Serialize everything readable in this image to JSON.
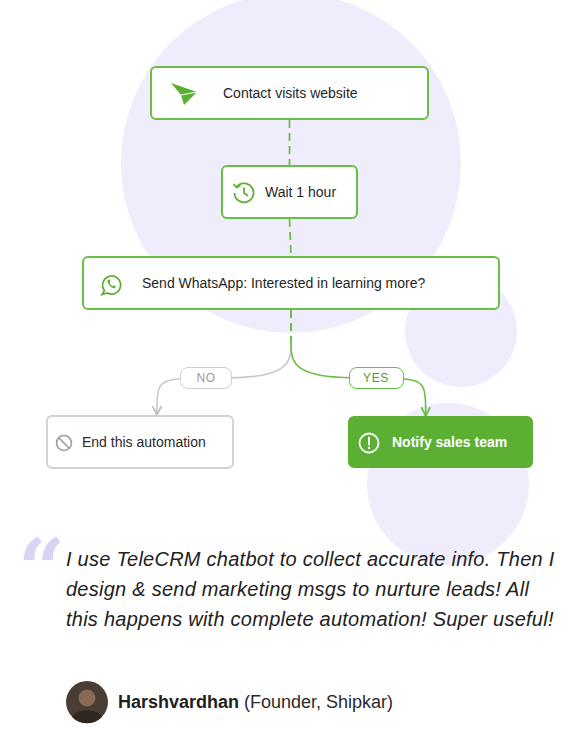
{
  "diagram": {
    "nodes": [
      {
        "text": [
          "Contact visits website"
        ]
      },
      {
        "text": [
          "Wait 1 hour"
        ]
      },
      {
        "text": [
          "Send WhatsApp: Interested in learning more?"
        ]
      },
      {
        "text": [
          "End this automation"
        ]
      },
      {
        "text": [
          "Notify sales team"
        ]
      }
    ],
    "edges": [
      {
        "from": 0,
        "to": 1,
        "arrow": "none"
      },
      {
        "from": 1,
        "to": 2,
        "arrow": "none"
      },
      {
        "from": 2,
        "to": 3,
        "label": "NO",
        "arrow": "to"
      },
      {
        "from": 2,
        "to": 4,
        "label": "YES",
        "arrow": "to"
      }
    ],
    "labels": [
      "“",
      "I use TeleCRM chatbot to collect accurate info. Then I design & send marketing msgs to nurture leads! All this happens with complete automation! Super useful!",
      "Harshvardhan",
      "(Founder, Shipkar)"
    ]
  }
}
